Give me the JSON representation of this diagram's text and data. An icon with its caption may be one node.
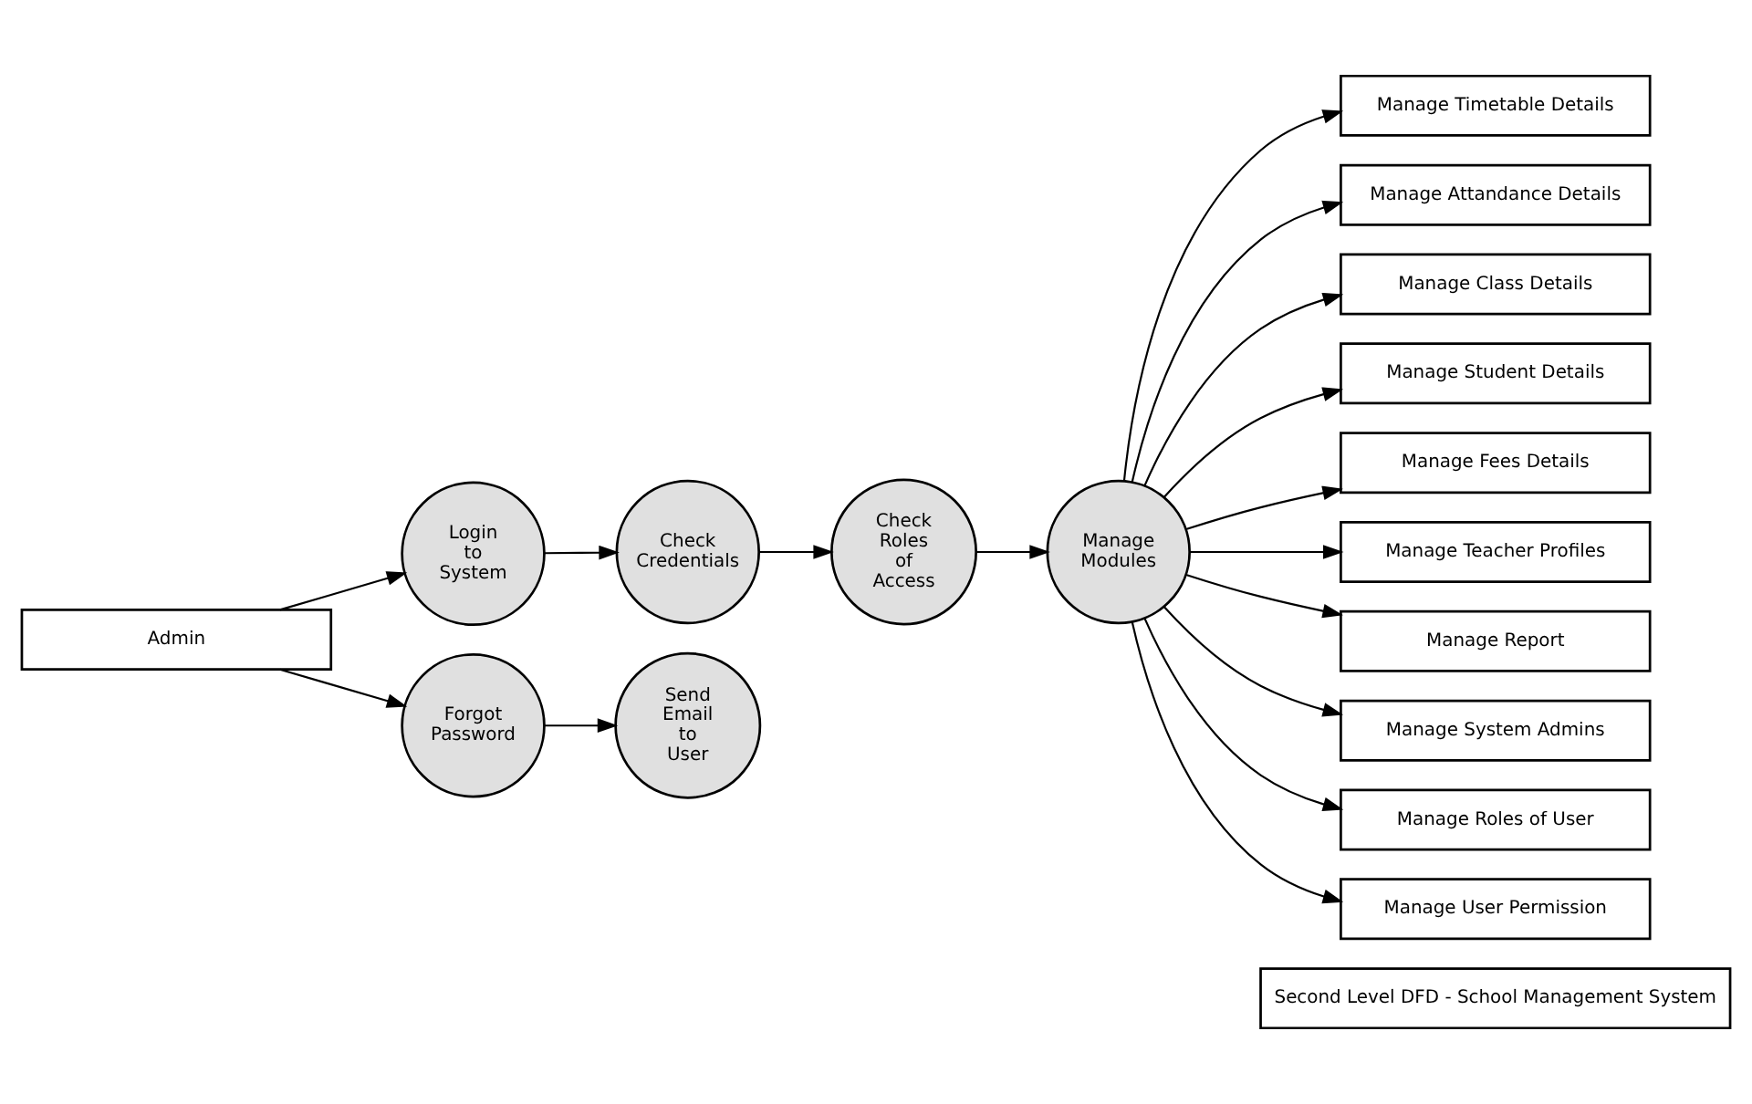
{
  "diagram": {
    "nodes": [
      {
        "text": [
          "Admin"
        ]
      },
      {
        "text": [
          "Login to System"
        ]
      },
      {
        "text": [
          "Check Roles of Access"
        ]
      },
      {
        "text": [
          "Forgot Password"
        ]
      },
      {
        "text": [
          "Check Credentials"
        ]
      },
      {
        "text": [
          "Manage Modules"
        ]
      },
      {
        "text": [
          "Send Email to User"
        ]
      },
      {
        "text": [
          "Manage Timetable Details"
        ]
      },
      {
        "text": [
          "Manage Attandance Details"
        ]
      },
      {
        "text": [
          "Manage Class Details"
        ]
      },
      {
        "text": [
          "Manage Student Details"
        ]
      },
      {
        "text": [
          "Manage Fees Details"
        ]
      },
      {
        "text": [
          "Manage Teacher Profiles"
        ]
      },
      {
        "text": [
          "Manage Report"
        ]
      },
      {
        "text": [
          "Manage System Admins"
        ]
      },
      {
        "text": [
          "Manage Roles of User"
        ]
      },
      {
        "text": [
          "Manage User Permission"
        ]
      },
      {
        "text": [
          "Second Level DFD - School Management System"
        ]
      }
    ],
    "edges": [
      {
        "from": 0,
        "to": 1,
        "arrow": "to"
      },
      {
        "from": 0,
        "to": 3,
        "arrow": "to"
      },
      {
        "from": 1,
        "to": 4,
        "arrow": "to"
      },
      {
        "from": 4,
        "to": 2,
        "arrow": "to"
      },
      {
        "from": 2,
        "to": 5,
        "arrow": "to"
      },
      {
        "from": 3,
        "to": 6,
        "arrow": "to"
      },
      {
        "from": 5,
        "to": 7,
        "arrow": "to"
      },
      {
        "from": 5,
        "to": 8,
        "arrow": "to"
      },
      {
        "from": 5,
        "to": 9,
        "arrow": "to"
      },
      {
        "from": 5,
        "to": 10,
        "arrow": "to"
      },
      {
        "from": 5,
        "to": 11,
        "arrow": "to"
      },
      {
        "from": 5,
        "to": 12,
        "arrow": "to"
      },
      {
        "from": 5,
        "to": 13,
        "arrow": "to"
      },
      {
        "from": 5,
        "to": 14,
        "arrow": "to"
      },
      {
        "from": 5,
        "to": 15,
        "arrow": "to"
      },
      {
        "from": 5,
        "to": 16,
        "arrow": "to"
      }
    ]
  }
}
